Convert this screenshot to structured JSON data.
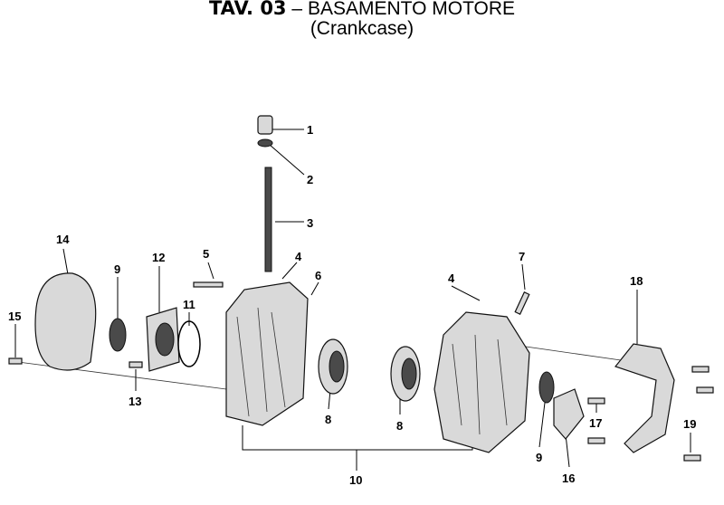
{
  "title": {
    "code": "TAV. 03",
    "separator": "–",
    "name": "BASAMENTO MOTORE",
    "subtitle": "(Crankcase)"
  },
  "callouts": [
    "1",
    "2",
    "3",
    "4",
    "5",
    "6",
    "14",
    "9",
    "12",
    "11",
    "15",
    "13",
    "8",
    "8",
    "10",
    "4",
    "7",
    "18",
    "9",
    "16",
    "17",
    "19"
  ]
}
